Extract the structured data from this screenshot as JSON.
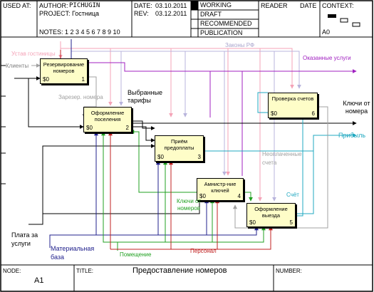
{
  "header": {
    "used_at": "USED AT:",
    "author_label": "AUTHOR:",
    "author": "PICHUGIN",
    "project_label": "PROJECT:",
    "project": "Гостница",
    "notes": "NOTES: 1 2 3 4 5 6 7 8 9 10",
    "date_label": "DATE:",
    "date": "03.10.2011",
    "rev_label": "REV:",
    "rev": "03.12.2011",
    "status": [
      "WORKING",
      "DRAFT",
      "RECOMMENDED",
      "PUBLICATION"
    ],
    "reader": "READER",
    "reader_date": "DATE",
    "context": "CONTEXT:",
    "context_node": "A0"
  },
  "boxes": [
    {
      "label": "Резервирование номеров",
      "cost": "$0",
      "num": "1"
    },
    {
      "label": "Оформление поселения",
      "cost": "$0",
      "num": "2"
    },
    {
      "label": "Приём предоплаты",
      "cost": "$0",
      "num": "3"
    },
    {
      "label": "Амнистр-ние ключей",
      "cost": "$0",
      "num": "4"
    },
    {
      "label": "Оформление выезда",
      "cost": "$0",
      "num": "5"
    },
    {
      "label": "Проверка счетов",
      "cost": "$0",
      "num": "6"
    }
  ],
  "arrows": {
    "ustav": "Устав гостиницы",
    "klienty": "Клиенты",
    "zakony": "Законы РФ",
    "okazannye": "Оказанные услуги",
    "zarezer": "Зарезер. номера",
    "vybrannye": "Выбранные тарифы",
    "klyuchi_ot_nomera": "Ключи от номера",
    "pribyl": "Прибыль",
    "neoplachennye": "Неоплаченные счета",
    "schet": "Счёт",
    "klyuchi_ot_nomerov": "Ключи от номеров",
    "plata": "Плата за услуги",
    "materialnaya": "Материальная база",
    "pomeshchenie": "Помещение",
    "personal": "Персонал"
  },
  "footer": {
    "node_label": "NODE:",
    "node": "A1",
    "title_label": "TITLE:",
    "title": "Предоставление номеров",
    "number_label": "NUMBER:"
  },
  "colors": {
    "box_fill": "#fefdc8",
    "ustav": "#f4a3b7",
    "zakony": "#b8b4dc",
    "okazannye": "#a020c0",
    "pribyl": "#20a8c0",
    "klyuchi_green": "#20a020",
    "personal": "#c02020",
    "materialnaya": "#20208c",
    "gray_arrow": "#a0a0a0"
  }
}
